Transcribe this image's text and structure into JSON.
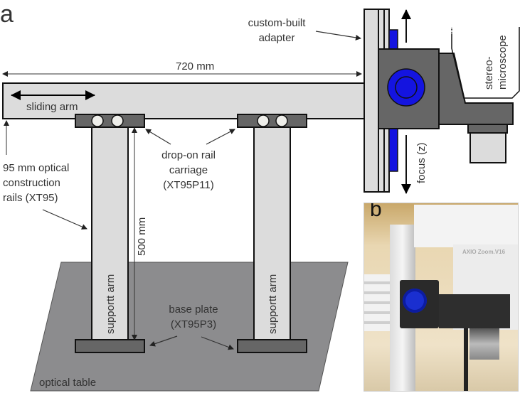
{
  "panel_a": {
    "label": "a",
    "dimension_horizontal": "720 mm",
    "dimension_vertical": "500 mm",
    "sliding_arm": "sliding arm",
    "adapter": [
      "custom-built",
      "adapter"
    ],
    "rails": [
      "95 mm optical",
      "construction",
      "rails (XT95)"
    ],
    "carriage": [
      "drop-on rail",
      "carriage",
      "(XT95P11)"
    ],
    "base_plate": [
      "base plate",
      "(XT95P3)"
    ],
    "support_arm_left": "supportt arm",
    "support_arm_right": "supportt arm",
    "optical_table": "optical table",
    "focus": "focus (z)",
    "microscope": [
      "stereo-",
      "microscope"
    ]
  },
  "panel_b": {
    "label": "b",
    "microscope_brand": "AXIO Zoom.V16"
  },
  "colors": {
    "rail_fill": "#dcdcdc",
    "carriage_fill": "#666666",
    "table_fill": "#8c8c8e",
    "knob_blue": "#1414e0",
    "text": "#333333"
  }
}
